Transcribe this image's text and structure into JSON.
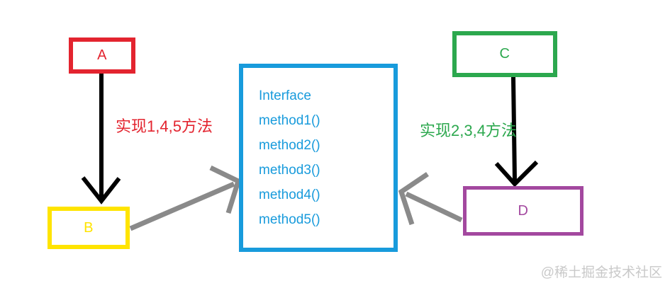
{
  "colors": {
    "red": "#e3242f",
    "yellow": "#ffe400",
    "green": "#2ca84e",
    "purple": "#a3489f",
    "blue": "#189bdc",
    "gray": "#8a8a8a",
    "black": "#000000",
    "watermark": "#c9c9c9",
    "background": "#ffffff"
  },
  "boxes": {
    "a": {
      "label": "A",
      "border_color": "#e3242f"
    },
    "b": {
      "label": "B",
      "border_color": "#ffe400"
    },
    "c": {
      "label": "C",
      "border_color": "#2ca84e"
    },
    "d": {
      "label": "D",
      "border_color": "#a3489f"
    }
  },
  "interface_box": {
    "title": "Interface",
    "methods": [
      "method1()",
      "method2()",
      "method3()",
      "method4()",
      "method5()"
    ],
    "border_color": "#189bdc",
    "text_color": "#189bdc"
  },
  "arrows": [
    {
      "from": "A",
      "to": "B",
      "color": "#000000",
      "label": "实现1,4,5方法",
      "label_color": "#e3242f"
    },
    {
      "from": "C",
      "to": "D",
      "color": "#000000",
      "label": "实现2,3,4方法",
      "label_color": "#2ca84e"
    },
    {
      "from": "B",
      "to": "Interface",
      "color": "#8a8a8a",
      "label": ""
    },
    {
      "from": "D",
      "to": "Interface",
      "color": "#8a8a8a",
      "label": ""
    }
  ],
  "watermark": "@稀土掘金技术社区"
}
